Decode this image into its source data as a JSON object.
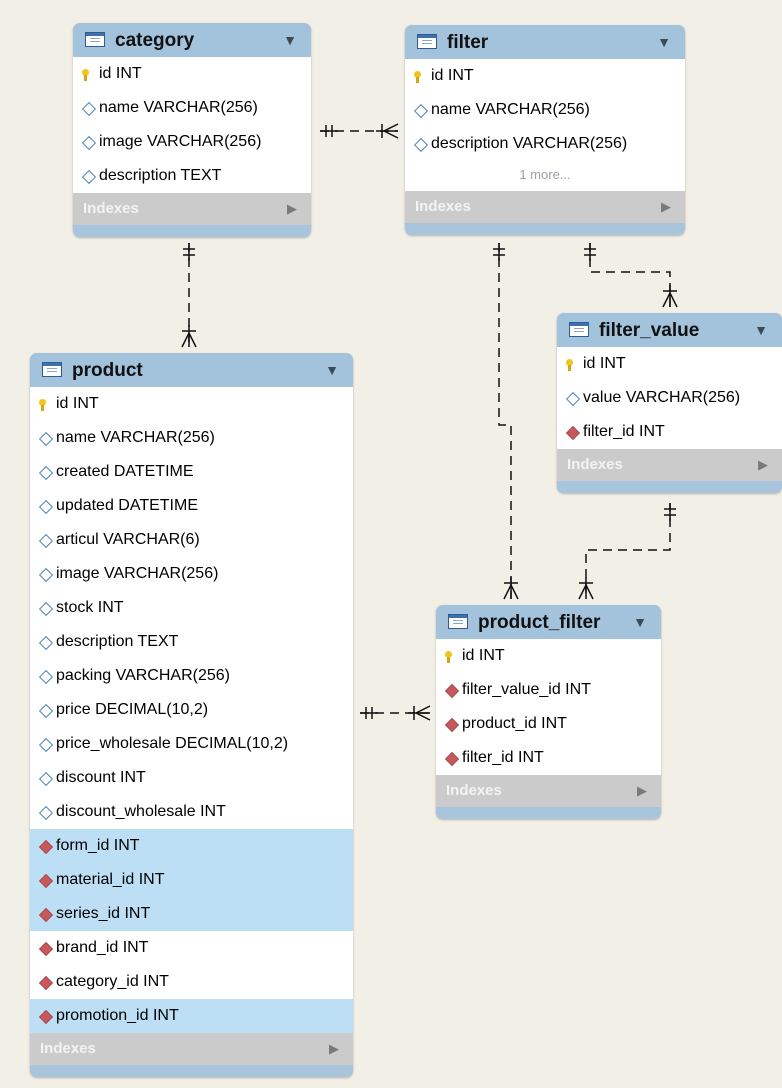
{
  "tables": {
    "category": {
      "name": "category",
      "menu": "▼",
      "rows": [
        {
          "icon": "primary-key-icon",
          "text": "id INT"
        },
        {
          "icon": "attribute-diamond-icon",
          "text": "name VARCHAR(256)"
        },
        {
          "icon": "attribute-diamond-icon",
          "text": "image VARCHAR(256)"
        },
        {
          "icon": "attribute-diamond-icon",
          "text": "description TEXT"
        }
      ],
      "indexes_label": "Indexes",
      "indexes_arrow": "▶"
    },
    "filter": {
      "name": "filter",
      "menu": "▼",
      "rows": [
        {
          "icon": "primary-key-icon",
          "text": "id INT"
        },
        {
          "icon": "attribute-diamond-icon",
          "text": "name VARCHAR(256)"
        },
        {
          "icon": "attribute-diamond-icon",
          "text": "description VARCHAR(256)"
        }
      ],
      "more": "1 more...",
      "indexes_label": "Indexes",
      "indexes_arrow": "▶"
    },
    "filter_value": {
      "name": "filter_value",
      "menu": "▼",
      "rows": [
        {
          "icon": "primary-key-icon",
          "text": "id INT"
        },
        {
          "icon": "attribute-diamond-icon",
          "text": "value VARCHAR(256)"
        },
        {
          "icon": "foreign-key-diamond-icon",
          "text": "filter_id INT"
        }
      ],
      "indexes_label": "Indexes",
      "indexes_arrow": "▶"
    },
    "product": {
      "name": "product",
      "menu": "▼",
      "rows": [
        {
          "icon": "primary-key-icon",
          "text": "id INT"
        },
        {
          "icon": "attribute-diamond-icon",
          "text": "name VARCHAR(256)"
        },
        {
          "icon": "attribute-diamond-icon",
          "text": "created DATETIME"
        },
        {
          "icon": "attribute-diamond-icon",
          "text": "updated DATETIME"
        },
        {
          "icon": "attribute-diamond-icon",
          "text": "articul VARCHAR(6)"
        },
        {
          "icon": "attribute-diamond-icon",
          "text": "image VARCHAR(256)"
        },
        {
          "icon": "attribute-diamond-icon",
          "text": "stock INT"
        },
        {
          "icon": "attribute-diamond-icon",
          "text": "description TEXT"
        },
        {
          "icon": "attribute-diamond-icon",
          "text": "packing VARCHAR(256)"
        },
        {
          "icon": "attribute-diamond-icon",
          "text": "price DECIMAL(10,2)"
        },
        {
          "icon": "attribute-diamond-icon",
          "text": "price_wholesale DECIMAL(10,2)"
        },
        {
          "icon": "attribute-diamond-icon",
          "text": "discount INT"
        },
        {
          "icon": "attribute-diamond-icon",
          "text": "discount_wholesale INT"
        },
        {
          "icon": "foreign-key-diamond-icon",
          "text": "form_id INT",
          "highlighted": true
        },
        {
          "icon": "foreign-key-diamond-icon",
          "text": "material_id INT",
          "highlighted": true
        },
        {
          "icon": "foreign-key-diamond-icon",
          "text": "series_id INT",
          "highlighted": true
        },
        {
          "icon": "foreign-key-diamond-icon",
          "text": "brand_id INT"
        },
        {
          "icon": "foreign-key-diamond-icon",
          "text": "category_id INT"
        },
        {
          "icon": "foreign-key-diamond-icon",
          "text": "promotion_id INT",
          "highlighted": true
        }
      ],
      "indexes_label": "Indexes",
      "indexes_arrow": "▶"
    },
    "product_filter": {
      "name": "product_filter",
      "menu": "▼",
      "rows": [
        {
          "icon": "primary-key-icon",
          "text": "id INT"
        },
        {
          "icon": "foreign-key-diamond-icon",
          "text": "filter_value_id INT"
        },
        {
          "icon": "foreign-key-diamond-icon",
          "text": "product_id INT"
        },
        {
          "icon": "foreign-key-diamond-icon",
          "text": "filter_id INT"
        }
      ],
      "indexes_label": "Indexes",
      "indexes_arrow": "▶"
    }
  },
  "relationships": [
    {
      "from": "category",
      "to": "filter",
      "type": "one-to-many"
    },
    {
      "from": "category",
      "to": "product",
      "type": "one-to-many"
    },
    {
      "from": "filter",
      "to": "filter_value",
      "type": "one-to-many"
    },
    {
      "from": "filter",
      "to": "product_filter",
      "type": "one-to-many"
    },
    {
      "from": "filter_value",
      "to": "product_filter",
      "type": "one-to-many"
    },
    {
      "from": "product",
      "to": "product_filter",
      "type": "one-to-many"
    }
  ],
  "colors": {
    "background": "#f2efe6",
    "header": "#a3c2dc",
    "row_highlight": "#bddff5",
    "indexes_bar": "#cbcbcb",
    "foreign_key": "#c9585c",
    "primary_key": "#f0c419"
  }
}
